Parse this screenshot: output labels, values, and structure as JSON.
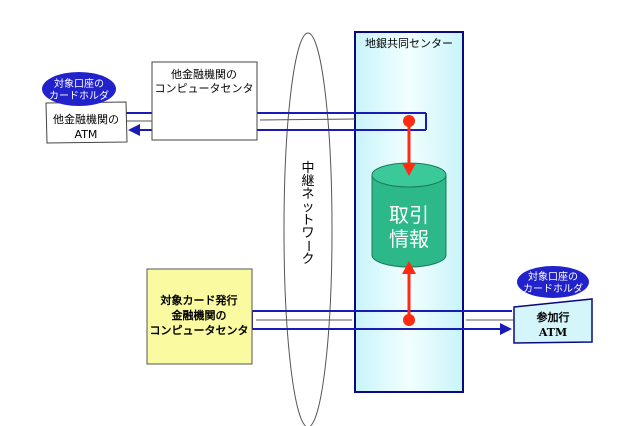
{
  "center": {
    "title": "地銀共同センター",
    "fill_color": "#d4f6fb",
    "border_color": "#0a0a80"
  },
  "network": {
    "label_chars": [
      "中",
      "継",
      "ネ",
      "ッ",
      "ト",
      "ワ",
      "ー",
      "ク"
    ],
    "label": "中継ネットワーク"
  },
  "database": {
    "line1": "取引",
    "line2": "情報",
    "fill_color": "#2db889"
  },
  "other_bank_center": {
    "line1": "他金融機関の",
    "line2": "コンピュータセンタ"
  },
  "other_bank_atm": {
    "line1": "他金融機関の",
    "line2": "ATM"
  },
  "card_issuer_center": {
    "line1": "対象カード発行",
    "line2": "金融機関の",
    "line3": "コンピュータセンタ",
    "fill_color": "#fafaa0"
  },
  "participant_atm": {
    "line1": "参加行",
    "line2": "ATM"
  },
  "cardholder_badge_left": {
    "line1": "対象口座の",
    "line2": "カードホルダ"
  },
  "cardholder_badge_right": {
    "line1": "対象口座の",
    "line2": "カードホルダ"
  },
  "colors": {
    "flow_line": "#1a1ab4",
    "arrow": "#ff2a10",
    "badge": "#2222cc"
  }
}
